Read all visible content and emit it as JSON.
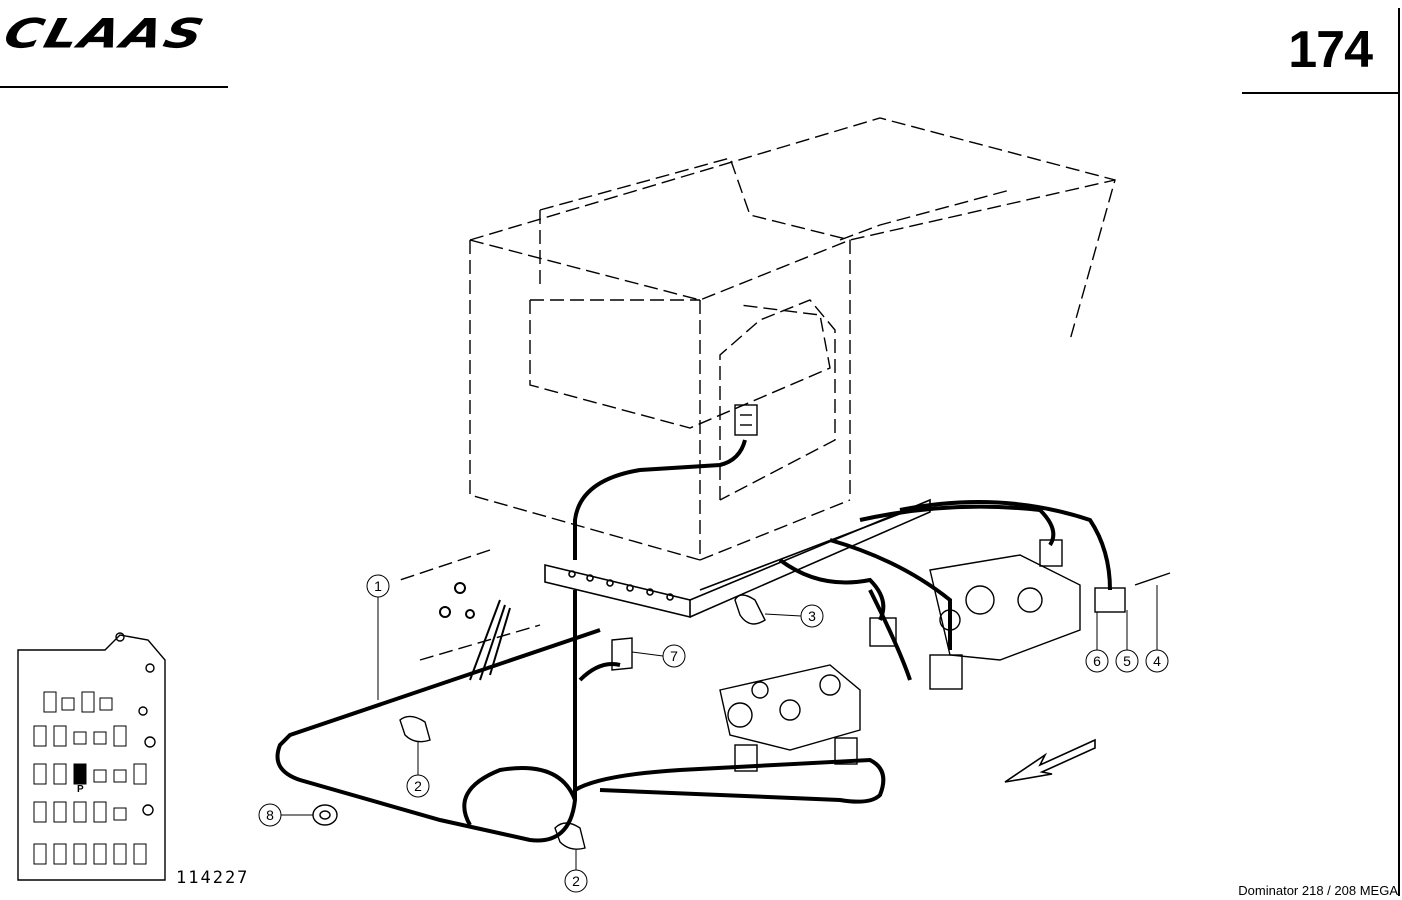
{
  "header": {
    "brand": "CLAAS",
    "page_number": "174"
  },
  "diagram": {
    "figure_number": "114227",
    "model_caption": "Dominator 218 / 208 MEGA",
    "panel_letter": "P",
    "callouts": [
      "1",
      "2",
      "2",
      "3",
      "4",
      "5",
      "6",
      "7",
      "8"
    ]
  }
}
